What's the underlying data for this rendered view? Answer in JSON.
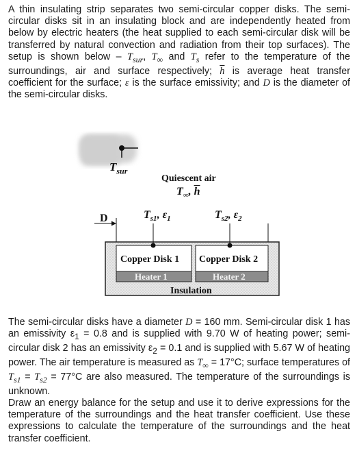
{
  "problem": {
    "paragraph1": {
      "text_a": "A thin insulating strip separates two semi-circular copper disks. The semi-circular disks sit in an insulating block and are independently heated from below by electric heaters (the heat supplied to each semi-circular disk will be transferred by natural convection and radiation from their top surfaces). The setup is shown below – ",
      "tsur": "T",
      "tsur_sub": "sur",
      "sep1": ", ",
      "tinf": "T",
      "tinf_sub": "∞",
      "sep2": " and ",
      "ts": "T",
      "ts_sub": "s",
      "text_b": " refer to the temperature of the surroundings, air and surface respectively; ",
      "hbar": "h",
      "text_c": " is average heat transfer coefficient for the surface; ",
      "eps": "ε",
      "text_d": " is the surface emissivity; and ",
      "D": "D",
      "text_e": " is the diameter of the semi-circular disks."
    },
    "paragraph2": {
      "text_a": "The semi-circular disks have a diameter ",
      "dvar": "D",
      "text_b": " = 160 mm. Semi-circular disk 1 has an emissivity ",
      "eps1": "ε",
      "eps1_sub": "1",
      "text_c": " = 0.8 and is supplied with 9.70 W of heating power; semi-circular disk 2 has an emissivity ",
      "eps2": "ε",
      "eps2_sub": "2",
      "text_d": " = 0.1 and is supplied with 5.67 W of heating power. The air temperature is measured as ",
      "tinf": "T",
      "tinf_sub": "∞",
      "text_e": " = 17°C; surface temperatures of ",
      "ts1": "T",
      "ts1_sub": "s1",
      "text_f": " = ",
      "ts2": "T",
      "ts2_sub": "s2",
      "text_g": " = 77°C are also measured. The temperature of the surroundings is unknown."
    },
    "paragraph3": "Draw an energy balance for the setup and use it to derive expressions for the temperature of the surroundings and the heat transfer coefficient. Use these expressions to calculate the temperature of the surroundings and the heat transfer coefficient."
  },
  "diagram": {
    "tsur_label": "T",
    "tsur_sub": "sur",
    "quiescent_air": "Quiescent air",
    "air_T": "T",
    "air_T_sub": "∞",
    "air_sep": ", ",
    "air_h": "h",
    "D_label": "D",
    "ts1": "T",
    "ts1_sub": "s1",
    "eps1_sep": ", ε",
    "eps1_sub": "1",
    "ts2": "T",
    "ts2_sub": "s2",
    "eps2_sep": ", ε",
    "eps2_sub": "2",
    "disk1": "Copper Disk 1",
    "disk2": "Copper Disk 2",
    "heater1": "Heater 1",
    "heater2": "Heater 2",
    "insulation": "Insulation"
  }
}
